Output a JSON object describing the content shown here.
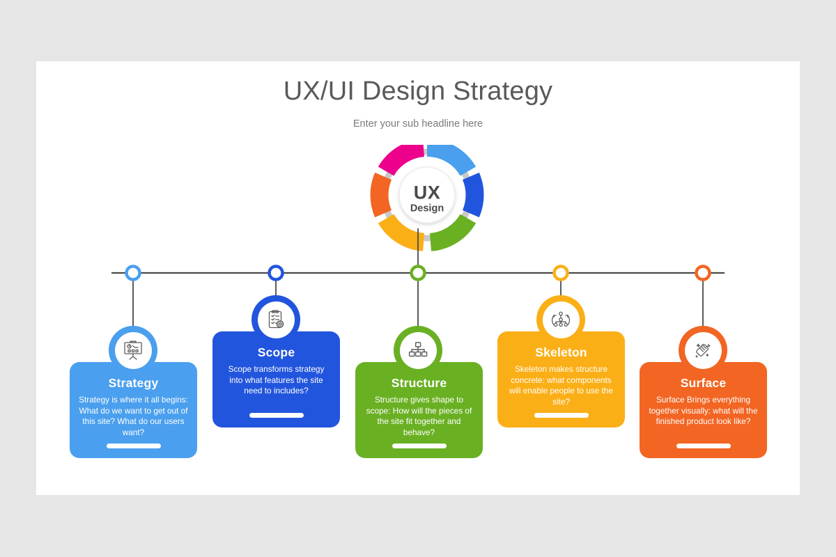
{
  "slide": {
    "title": "UX/UI Design Strategy",
    "subtitle": "Enter your sub headline here",
    "background_color": "#e7e6e6",
    "canvas_color": "#ffffff"
  },
  "hub": {
    "primary_label": "UX",
    "secondary_label": "Design",
    "segment_colors": [
      "#4a9fee",
      "#2255dd",
      "#6ab023",
      "#fbaf17",
      "#f26522",
      "#ec008c"
    ],
    "ring_color": "#c9c9c9"
  },
  "timeline": {
    "line_color": "#4a4a4a",
    "nodes": [
      {
        "name": "node-strategy",
        "color": "#4a9fee"
      },
      {
        "name": "node-scope",
        "color": "#2255dd"
      },
      {
        "name": "node-structure",
        "color": "#6ab023"
      },
      {
        "name": "node-skeleton",
        "color": "#fbaf17"
      },
      {
        "name": "node-surface",
        "color": "#f26522"
      }
    ]
  },
  "cards": [
    {
      "key": "strategy",
      "title": "Strategy",
      "description": "Strategy is where it all begins: What do we want to get out of this site? What do our users want?",
      "color": "#4a9fee",
      "icon": "presentation-board-icon"
    },
    {
      "key": "scope",
      "title": "Scope",
      "description": "Scope transforms strategy into what features the site need to includes?",
      "color": "#2255dd",
      "icon": "clipboard-checklist-icon"
    },
    {
      "key": "structure",
      "title": "Structure",
      "description": "Structure gives shape to scope: How will the pieces of the site fit together and behave?",
      "color": "#6ab023",
      "icon": "sitemap-hierarchy-icon"
    },
    {
      "key": "skeleton",
      "title": "Skeleton",
      "description": "Skeleton makes structure concrete: what components will enable people to use the site?",
      "color": "#fbaf17",
      "icon": "network-nodes-icon"
    },
    {
      "key": "surface",
      "title": "Surface",
      "description": "Surface Brings everything together visually: what will the finished product look like?",
      "color": "#f26522",
      "icon": "polishing-hand-icon"
    }
  ]
}
